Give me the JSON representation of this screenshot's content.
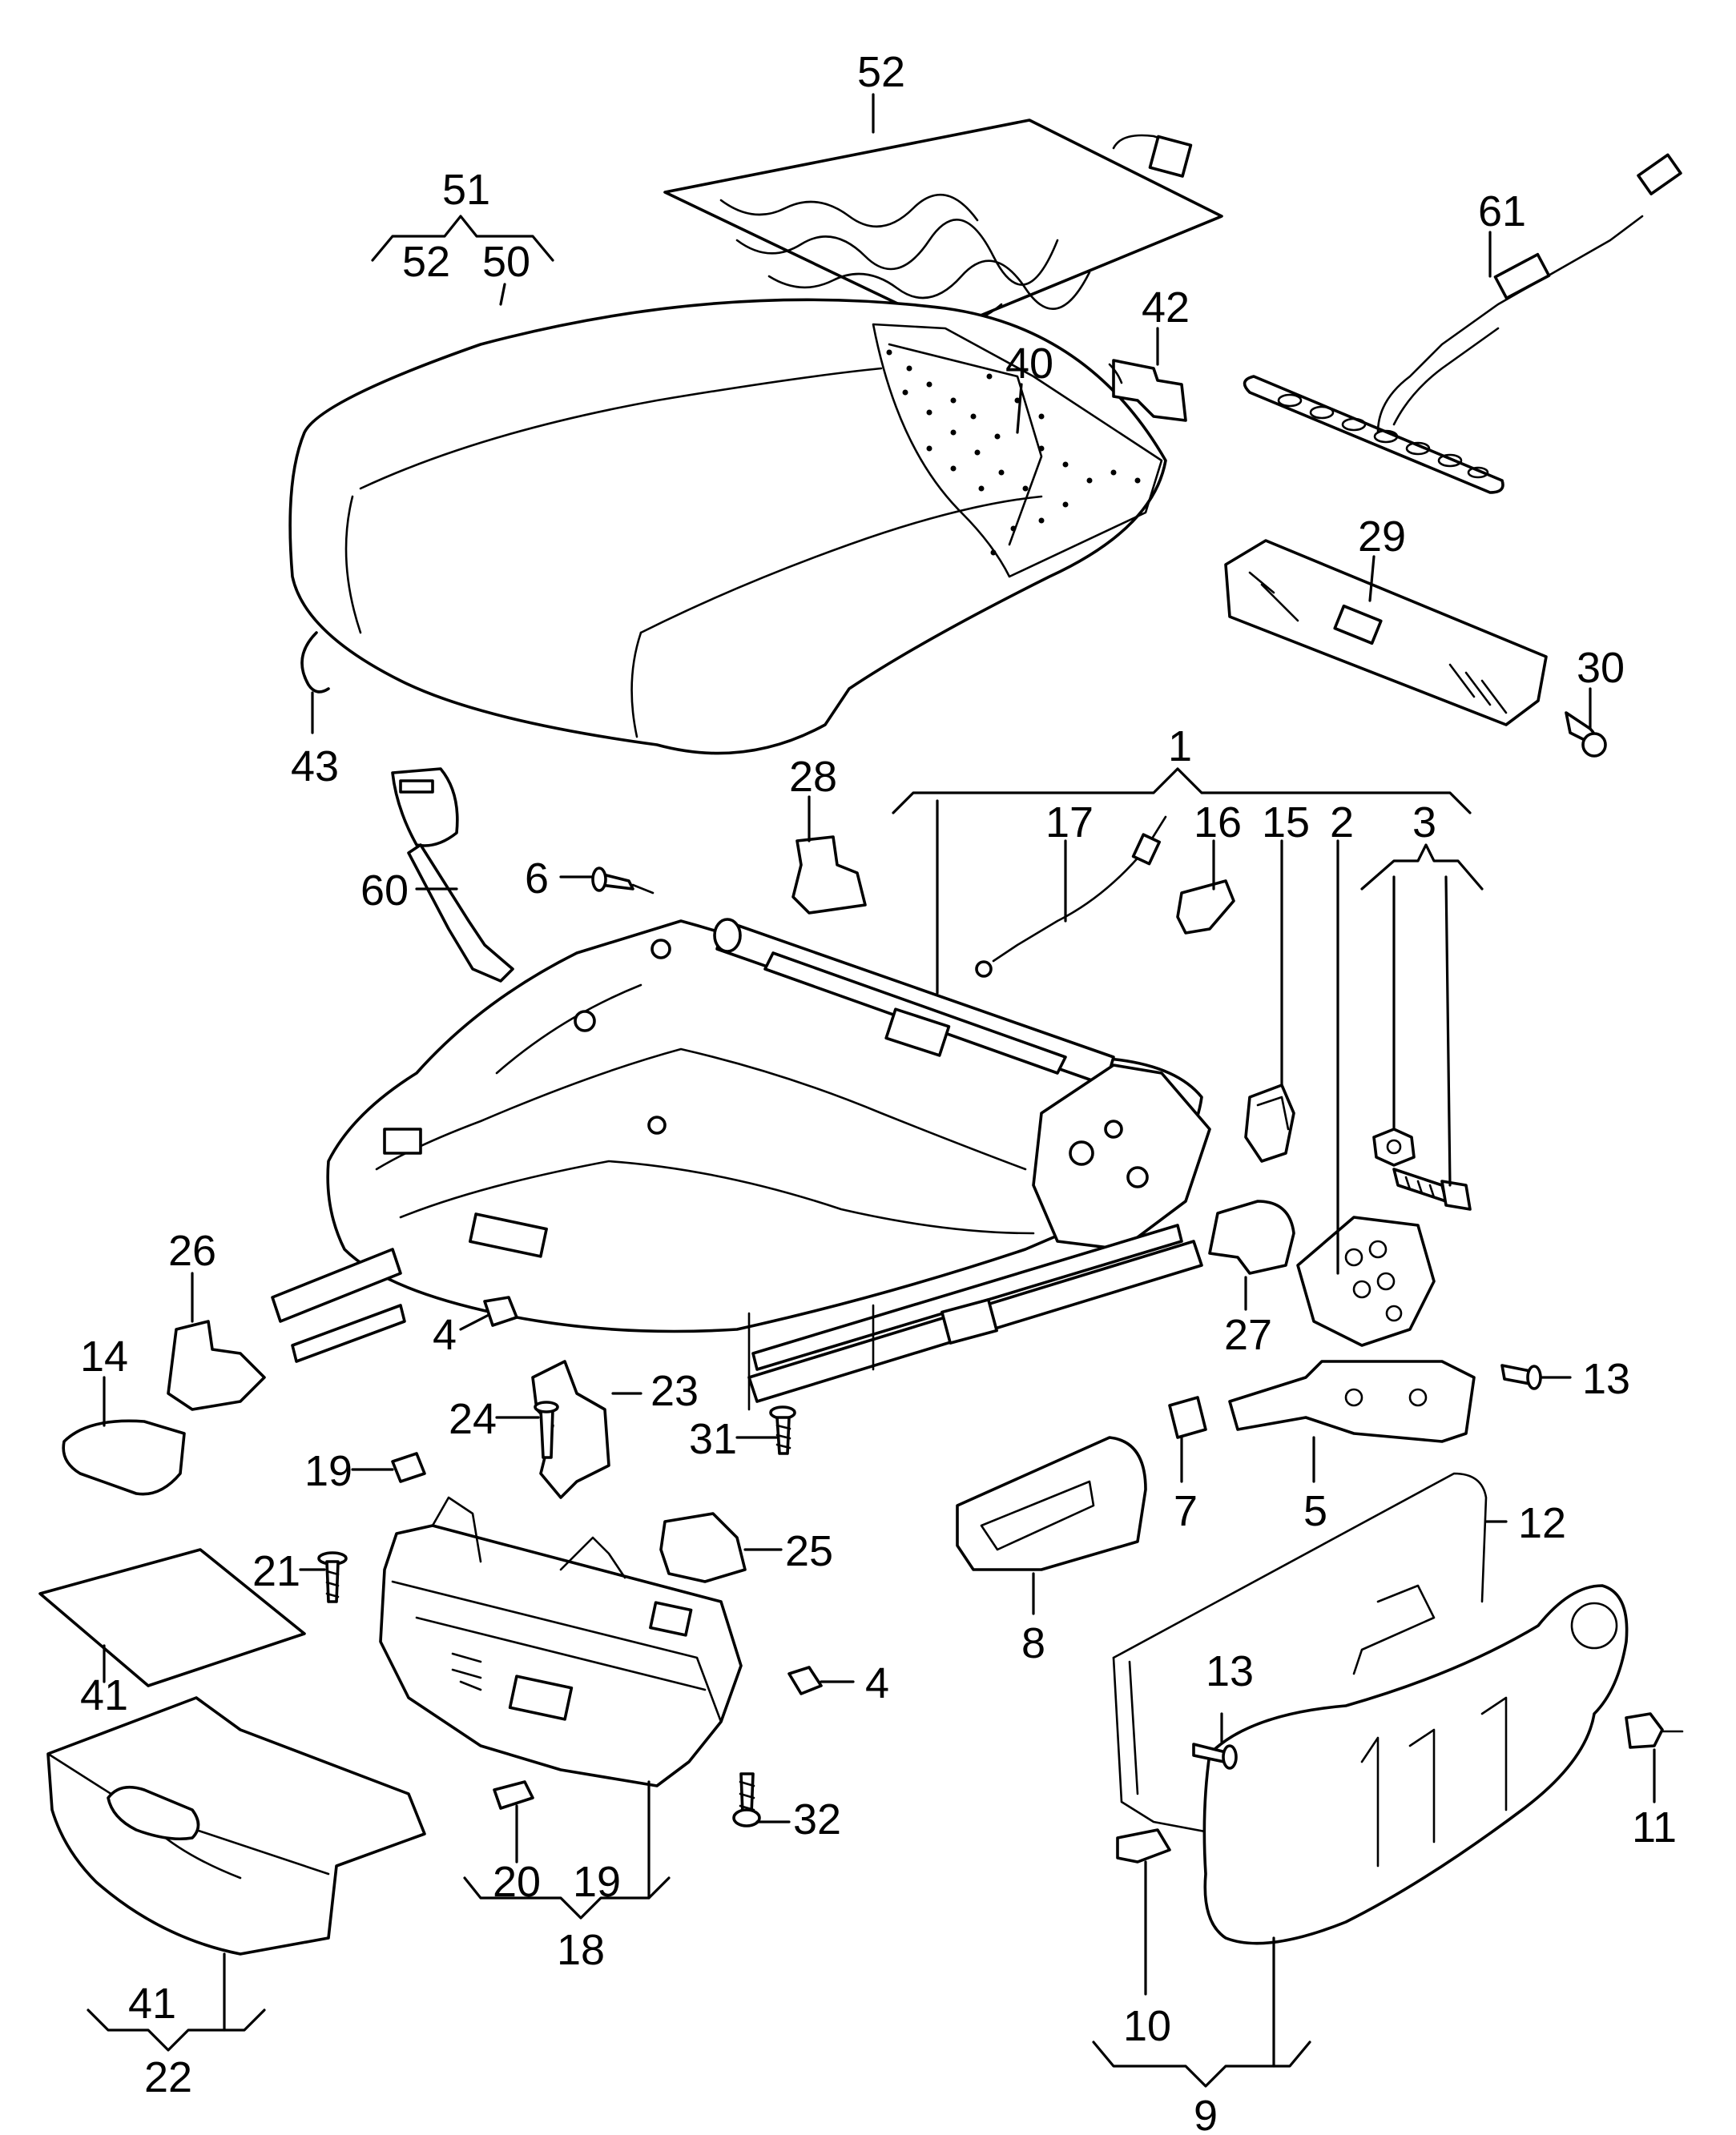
{
  "callouts": {
    "c1": "1",
    "c2": "2",
    "c3": "3",
    "c4a": "4",
    "c4b": "4",
    "c5": "5",
    "c6": "6",
    "c7": "7",
    "c8": "8",
    "c9": "9",
    "c10": "10",
    "c11": "11",
    "c12": "12",
    "c13a": "13",
    "c13b": "13",
    "c14": "14",
    "c15": "15",
    "c16": "16",
    "c17": "17",
    "c18": "18",
    "c19a": "19",
    "c19b": "19",
    "c20": "20",
    "c21": "21",
    "c22": "22",
    "c23": "23",
    "c24": "24",
    "c25": "25",
    "c26": "26",
    "c27": "27",
    "c28": "28",
    "c29": "29",
    "c30": "30",
    "c31": "31",
    "c32": "32",
    "c40": "40",
    "c41a": "41",
    "c41b": "41",
    "c42": "42",
    "c43": "43",
    "c50": "50",
    "c51": "51",
    "c52a": "52",
    "c52b": "52",
    "c60": "60",
    "c61": "61"
  },
  "colors": {
    "line": "#000000",
    "background": "#ffffff"
  }
}
